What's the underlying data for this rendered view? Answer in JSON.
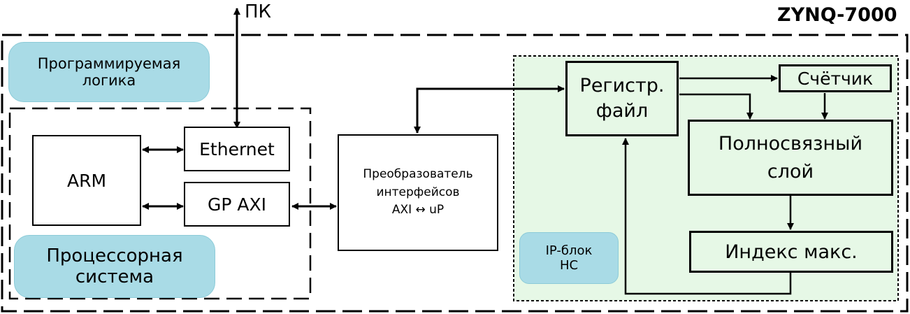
{
  "diagram": {
    "chip_label": "ZYNQ-7000",
    "pc_label": "ПК",
    "programmable_logic": "Программируемая\nлогика",
    "processing_system": "Процессорная\nсистема",
    "arm": "ARM",
    "ethernet": "Ethernet",
    "gp_axi": "GP AXI",
    "converter": "Преобразователь\nинтерфейсов\nAXI ↔ uP",
    "ip_block": "IP-блок\nНС",
    "register_file": "Регистр.\nфайл",
    "counter": "Счётчик",
    "fc_layer": "Полносвязный\nслой",
    "argmax": "Индекс макс."
  },
  "colors": {
    "pill_fill": "#a9dbe6",
    "ip_region_fill": "#e6f8e6",
    "line": "#000000"
  }
}
